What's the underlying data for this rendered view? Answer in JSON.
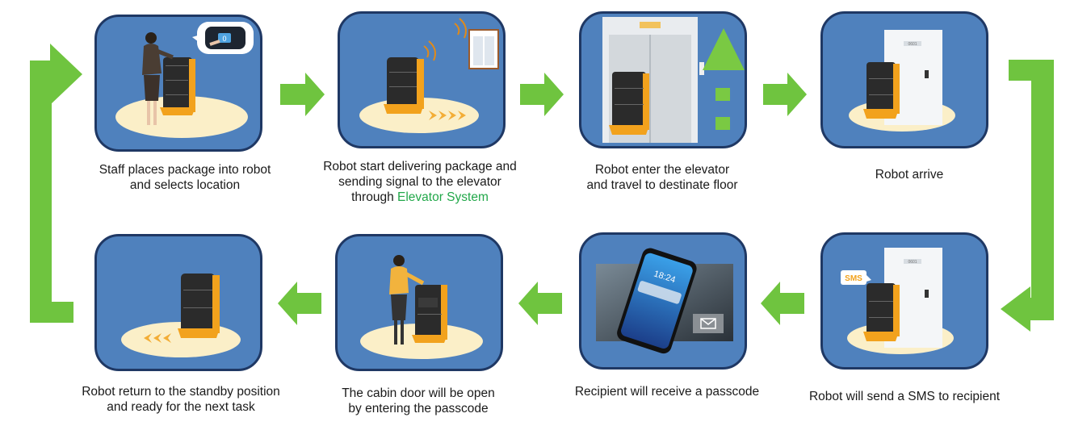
{
  "colors": {
    "card": "#4f81bd",
    "card_border": "#1f3864",
    "arrow": "#6fc43f",
    "highlight": "#22a84a",
    "robot_orange": "#f2a21d",
    "robot_body": "#2b2b2b"
  },
  "steps": [
    {
      "caption_lines": [
        "Staff places package into robot",
        "and selects location"
      ]
    },
    {
      "caption_lines": [
        "Robot start delivering package and",
        "sending signal to the elevator"
      ],
      "caption_prefix": "through ",
      "caption_highlight": "Elevator System"
    },
    {
      "caption_lines": [
        "Robot enter the elevator",
        "and travel to destinate floor"
      ]
    },
    {
      "caption_lines": [
        "Robot arrive"
      ],
      "door_number": "0601"
    },
    {
      "caption_lines": [
        "Robot will send a SMS to recipient"
      ],
      "badge": "SMS",
      "door_number": "0601"
    },
    {
      "caption_lines": [
        "Recipient will receive a passcode"
      ],
      "phone_time": "18:24"
    },
    {
      "caption_lines": [
        "The cabin door will be open",
        "by entering the passcode"
      ]
    },
    {
      "caption_lines": [
        "Robot return to the standby position",
        "and ready for the next task"
      ]
    }
  ],
  "icons": {
    "screen_button": "0"
  }
}
